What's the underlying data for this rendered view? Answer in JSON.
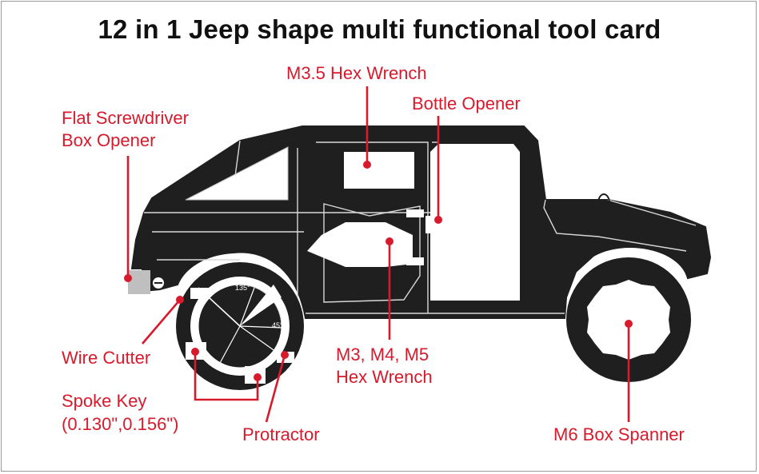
{
  "title": "12 in 1 Jeep shape multi functional tool card",
  "colors": {
    "accent": "#d71a2c",
    "body": "#1f1f1f",
    "outline": "#ffffff",
    "background": "#ffffff"
  },
  "protractor": {
    "mark_a": "135°",
    "mark_b": "45°"
  },
  "labels": {
    "m35_hex": "M3.5 Hex Wrench",
    "bottle_opener": "Bottle Opener",
    "flat_screwdriver_1": "Flat Screwdriver",
    "flat_screwdriver_2": "Box Opener",
    "wire_cutter": "Wire Cutter",
    "hex_m3_m4_m5_1": "M3, M4, M5",
    "hex_m3_m4_m5_2": "Hex Wrench",
    "spoke_key_1": "Spoke Key",
    "spoke_key_2": "(0.130\",0.156\")",
    "protractor": "Protractor",
    "m6_spanner": "M6 Box Spanner"
  }
}
